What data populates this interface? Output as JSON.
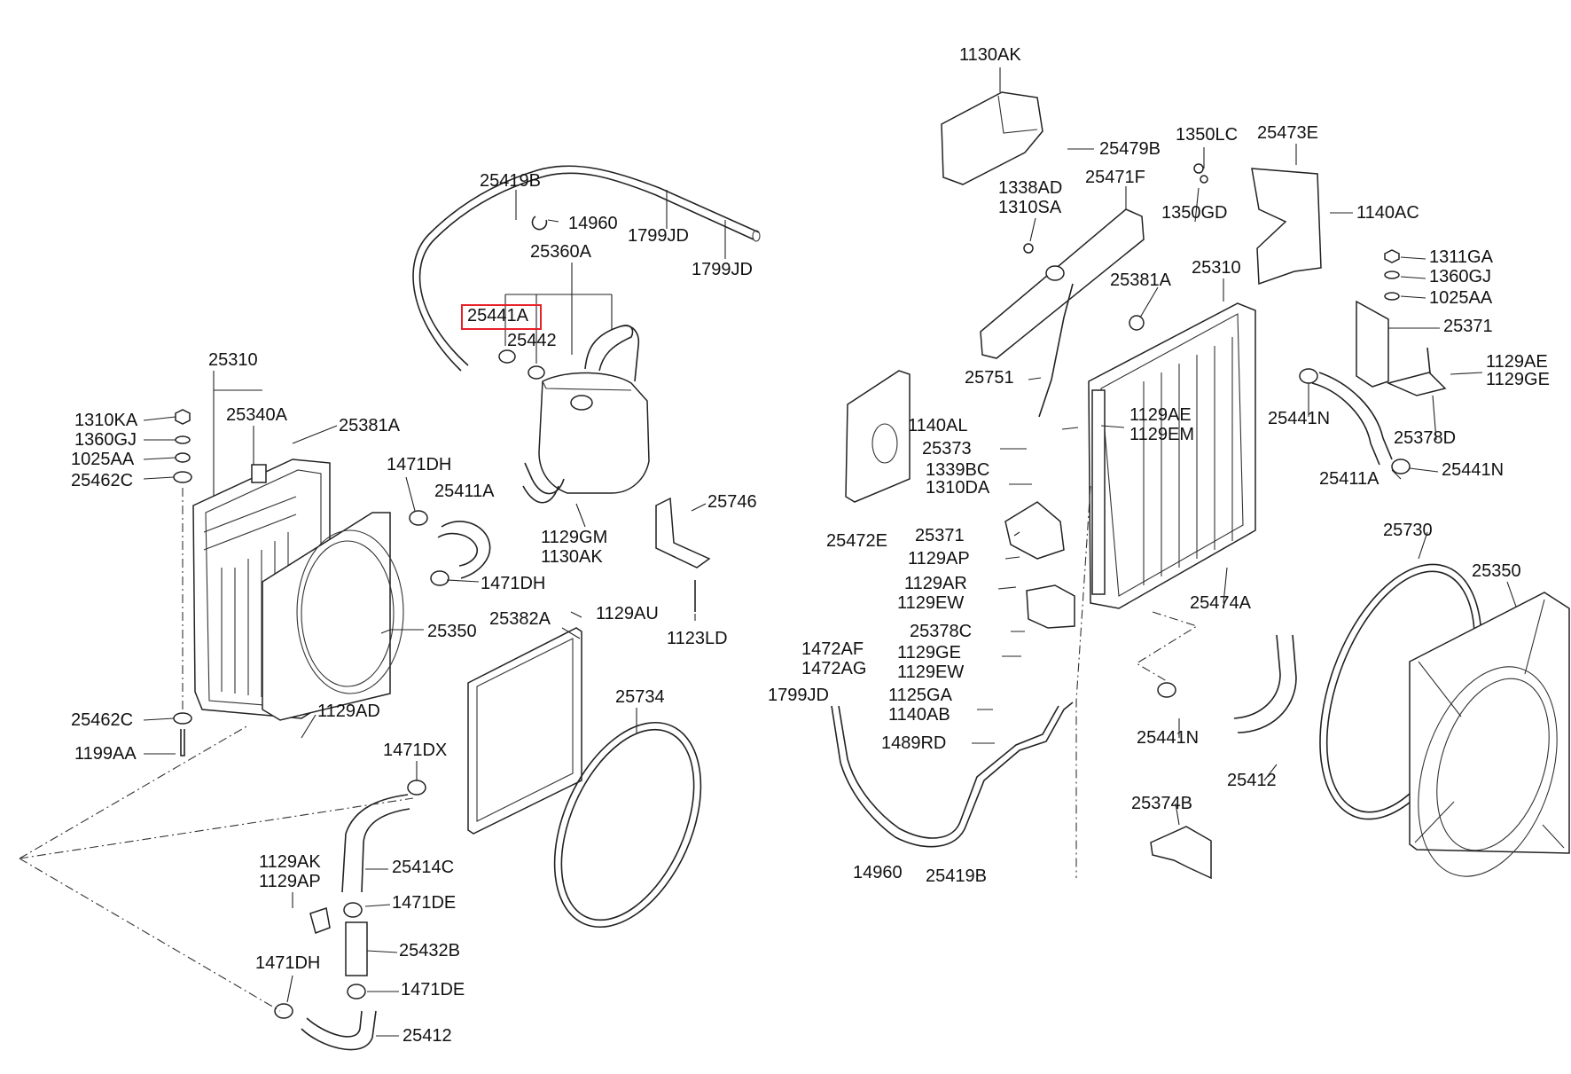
{
  "highlight": {
    "color": "#e8202a"
  },
  "labels": {
    "l25419b_top": "25419B",
    "l14960_top": "14960",
    "l1799jd_a": "1799JD",
    "l1799jd_b": "1799JD",
    "l25360a": "25360A",
    "l25441a": "25441A",
    "l25442": "25442",
    "l25310_left": "25310",
    "l25340a": "25340A",
    "l1310ka": "1310KA",
    "l1360gj_left": "1360GJ",
    "l1025aa_left": "1025AA",
    "l25462c_top": "25462C",
    "l25381a_left": "25381A",
    "l1471dh_a": "1471DH",
    "l25411a_left": "25411A",
    "l1471dh_b": "1471DH",
    "l1129gm": "1129GM",
    "l1130ak_mid": "1130AK",
    "l25746": "25746",
    "l1123ld": "1123LD",
    "l25382a": "25382A",
    "l1129au": "1129AU",
    "l25350_left": "25350",
    "l25734": "25734",
    "l25462c_bot": "25462C",
    "l1199aa": "1199AA",
    "l1129ad": "1129AD",
    "l1471dx": "1471DX",
    "l25414c": "25414C",
    "l1129ak": "1129AK",
    "l1129ap_left": "1129AP",
    "l1471de_a": "1471DE",
    "l25432b": "25432B",
    "l1471dh_c": "1471DH",
    "l1471de_b": "1471DE",
    "l25412_left": "25412",
    "l1130ak_top": "1130AK",
    "l25479b": "25479B",
    "l1350lc": "1350LC",
    "l25473e": "25473E",
    "l1338ad": "1338AD",
    "l1310sa": "1310SA",
    "l25471f": "25471F",
    "l1350gd": "1350GD",
    "l1140ac": "1140AC",
    "l25381a_right": "25381A",
    "l25310_right": "25310",
    "l1311ga": "1311GA",
    "l1360gj_right": "1360GJ",
    "l1025aa_right": "1025AA",
    "l25371_right": "25371",
    "l1129ae_right": "1129AE",
    "l1129ge_right": "1129GE",
    "l25751": "25751",
    "l25441n_a": "25441N",
    "l1140al": "1140AL",
    "l1129ae_mid": "1129AE",
    "l1129em": "1129EM",
    "l25373": "25373",
    "l25378d": "25378D",
    "l1339bc": "1339BC",
    "l1310da": "1310DA",
    "l25411a_right": "25411A",
    "l25441n_b": "25441N",
    "l25472e": "25472E",
    "l25371_mid": "25371",
    "l1129ap_mid": "1129AP",
    "l25730": "25730",
    "l25350_right": "25350",
    "l1129ar": "1129AR",
    "l1129ew_a": "1129EW",
    "l25474a": "25474A",
    "l25378c": "25378C",
    "l1472af": "1472AF",
    "l1472ag": "1472AG",
    "l1129ge_mid": "1129GE",
    "l1129ew_b": "1129EW",
    "l1799jd_c": "1799JD",
    "l1125ga": "1125GA",
    "l1140ab": "1140AB",
    "l25441n_c": "25441N",
    "l1489rd": "1489RD",
    "l25412_right": "25412",
    "l25374b": "25374B",
    "l14960_bot": "14960",
    "l25419b_bot": "25419B"
  }
}
